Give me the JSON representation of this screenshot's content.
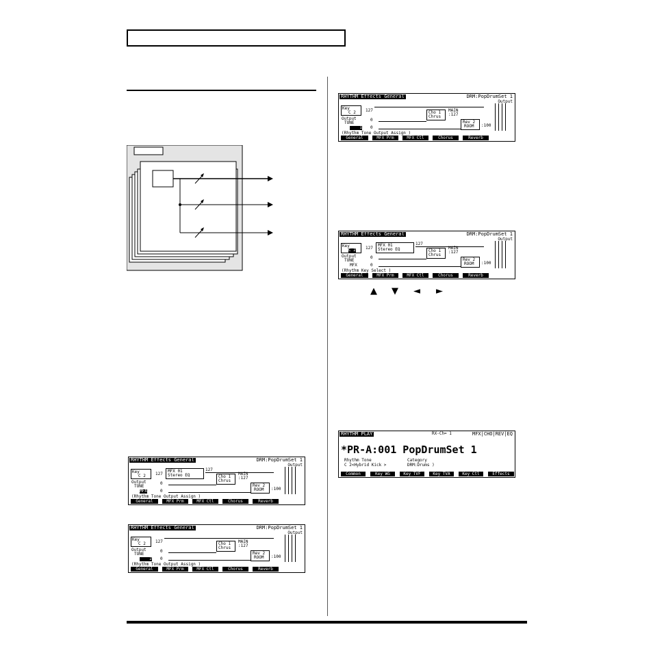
{
  "screens": {
    "fx_general": {
      "title": "RHYTHM Effects General",
      "patch": "DRM:PopDrumSet 1",
      "output_label": "Output",
      "key_label": "Key",
      "key_value": "C 2",
      "output_tone_label": "Output\nTONE",
      "value_127": "127",
      "value_0": "0",
      "main_label": "MAIN",
      "main_value": ":127",
      "value_100": ":100",
      "cho_label": "Cho 1\nChrus",
      "rev_label": "Rev 2\nROOM",
      "mfx_label": "MFX    01\nStereo EQ",
      "mfx_row_label": "MFX",
      "tone_output_assign": "(Rhythm Tone Output Assign          )",
      "rhythm_key_select": "(Rhythm Key Select                  )",
      "tabs": [
        "General",
        "MFX Prm",
        "MFX Ctl",
        "Chorus",
        "Reverb"
      ],
      "tone_value_1": "1",
      "tone_value_2": "2"
    },
    "rhythm_play": {
      "title": "RHYTHM PLAY",
      "rx_ch": "RX-Ch= 1",
      "status": "MFX|CHO|REV|EQ",
      "patch_name": "*PR-A:001 PopDrumSet 1",
      "rhythm_tone_label": "Rhythm Tone",
      "rhythm_tone_value": "C 2<Hybrid Kick >",
      "category_label": "Category",
      "category_value": "DRM:Drums      )",
      "tabs": [
        "Common",
        "Key WG",
        "Key TVF",
        "Key TVA",
        "Key Ctl",
        "Effects"
      ]
    }
  },
  "cursor_arrows": [
    "▲",
    "▼",
    "◄",
    "►"
  ]
}
